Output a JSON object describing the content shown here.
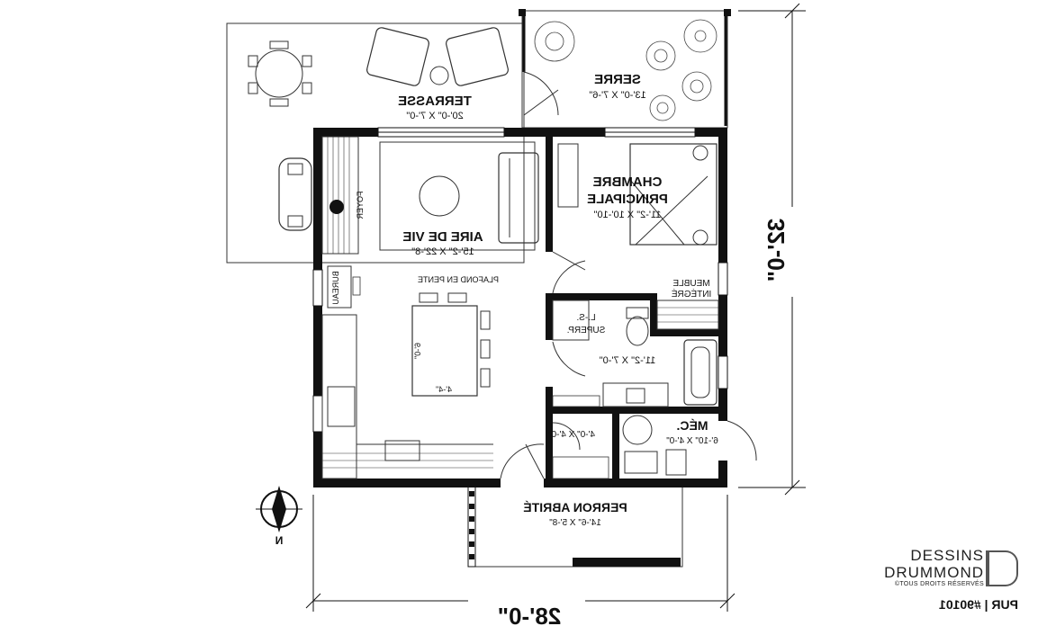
{
  "rooms": {
    "terrasse": {
      "name": "TERRASSE",
      "size": "20'-0\" X 7'-0\""
    },
    "serre": {
      "name": "SERRE",
      "size": "13'-0\" X 7'-6\""
    },
    "chambre": {
      "name_line1": "CHAMBRE",
      "name_line2": "PRINCIPALE",
      "size": "11'-2\" X 10'-10\""
    },
    "aire_de_vie": {
      "name": "AIRE DE VIE",
      "size": "15'-2\" X 22'-8\""
    },
    "foyer": {
      "name": "FOYER"
    },
    "bureau": {
      "name": "BUREAU"
    },
    "plafond": {
      "name": "PLAFOND EN PENTE"
    },
    "meuble": {
      "name_line1": "MEUBLE",
      "name_line2": "INTÉGRÉ"
    },
    "laveuse": {
      "name_line1": "L.-S.",
      "name_line2": "SUPERP."
    },
    "salle_de_bain": {
      "size": "11'-2\" X 7'-0\""
    },
    "rangement": {
      "size": "4'-0\" X 4'-0\""
    },
    "mec": {
      "name": "MÉC.",
      "size": "6'-10\" X 4'-0\""
    },
    "perron": {
      "name": "PERRON ABRITÉ",
      "size": "14'-6\" X 5'-8\""
    },
    "island": {
      "dim_a": "6'-0\"",
      "dim_b": "4'-4\""
    }
  },
  "dimensions": {
    "width": "28'-0\"",
    "depth": "32'-0\""
  },
  "compass": {
    "label": "N"
  },
  "brand": {
    "line1": "DESSINS",
    "line2": "DRUMMOND",
    "rights": "©TOUS DROITS RÉSERVÉS",
    "plan_id": "PUR | #90101"
  }
}
